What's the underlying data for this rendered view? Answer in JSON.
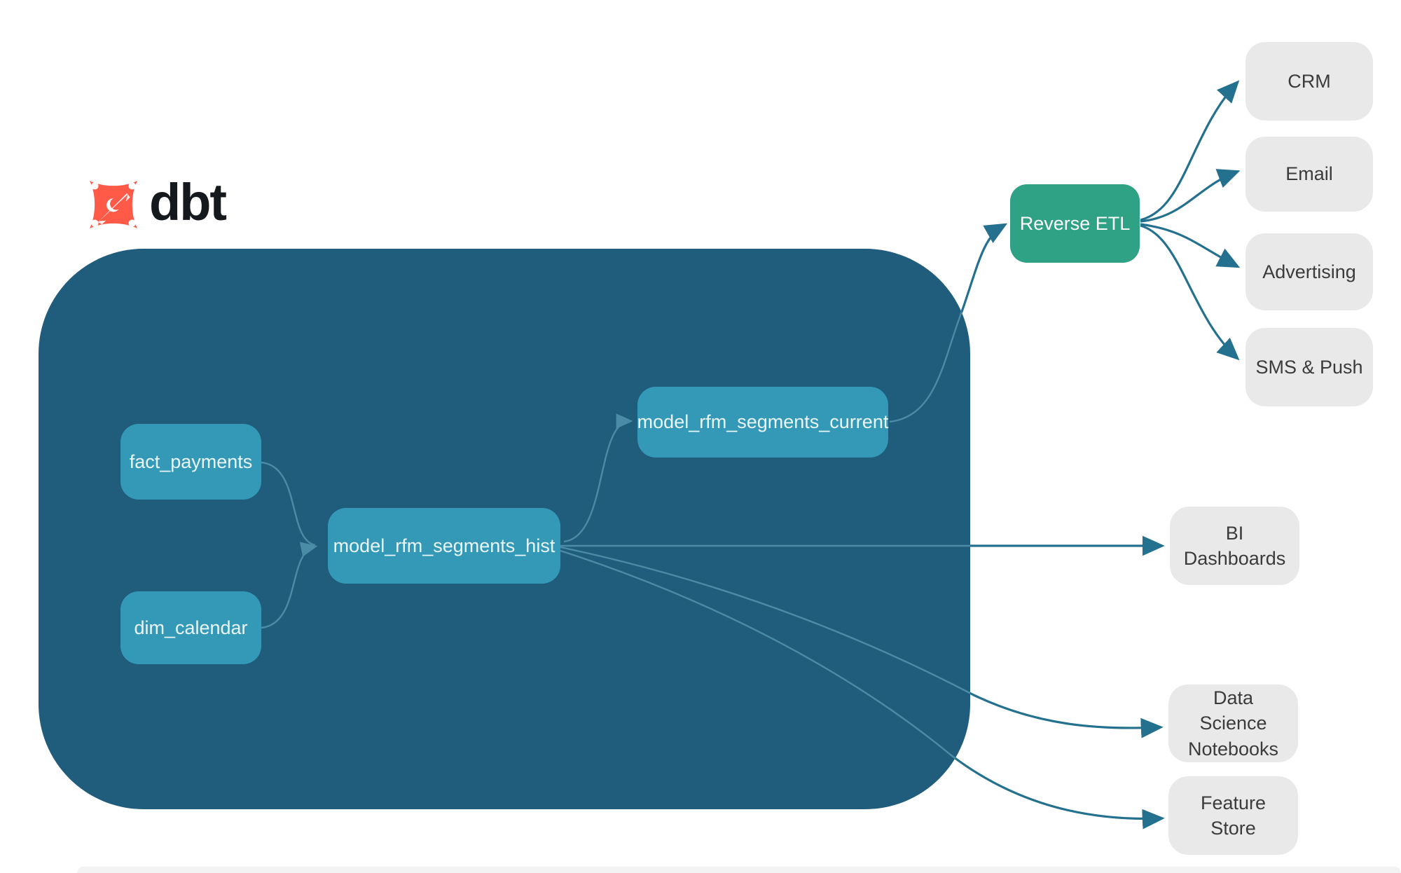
{
  "logo": {
    "text": "dbt",
    "icon": "dbt-star-icon",
    "icon_color": "#ff5a47"
  },
  "colors": {
    "warehouse_bg": "#205c7c",
    "model_node": "#3399b6",
    "reverse_etl_node": "#2fa184",
    "destination_node": "#e9e9e9",
    "arrow_outside": "#23708f",
    "arrow_inside": "#4a8ca6"
  },
  "pipeline": {
    "warehouse_nodes": [
      {
        "id": "fact_payments",
        "label": "fact_payments"
      },
      {
        "id": "dim_calendar",
        "label": "dim_calendar"
      },
      {
        "id": "model_rfm_segments_hist",
        "label": "model_rfm_segments_hist"
      },
      {
        "id": "model_rfm_segments_current",
        "label": "model_rfm_segments_current"
      }
    ],
    "reverse_etl": {
      "label": "Reverse ETL"
    },
    "destinations": [
      {
        "id": "crm",
        "label": "CRM"
      },
      {
        "id": "email",
        "label": "Email"
      },
      {
        "id": "advertising",
        "label": "Advertising"
      },
      {
        "id": "sms_push",
        "label": "SMS & Push"
      }
    ],
    "outputs": [
      {
        "id": "bi_dashboards",
        "label": "BI Dashboards"
      },
      {
        "id": "data_science_notebooks",
        "label": "Data Science Notebooks"
      },
      {
        "id": "feature_store",
        "label": "Feature Store"
      }
    ]
  },
  "edges": [
    "fact_payments -> model_rfm_segments_hist",
    "dim_calendar -> model_rfm_segments_hist",
    "model_rfm_segments_hist -> model_rfm_segments_current",
    "model_rfm_segments_current -> Reverse ETL",
    "Reverse ETL -> CRM",
    "Reverse ETL -> Email",
    "Reverse ETL -> Advertising",
    "Reverse ETL -> SMS & Push",
    "model_rfm_segments_hist -> BI Dashboards",
    "model_rfm_segments_hist -> Data Science Notebooks",
    "model_rfm_segments_hist -> Feature Store"
  ]
}
